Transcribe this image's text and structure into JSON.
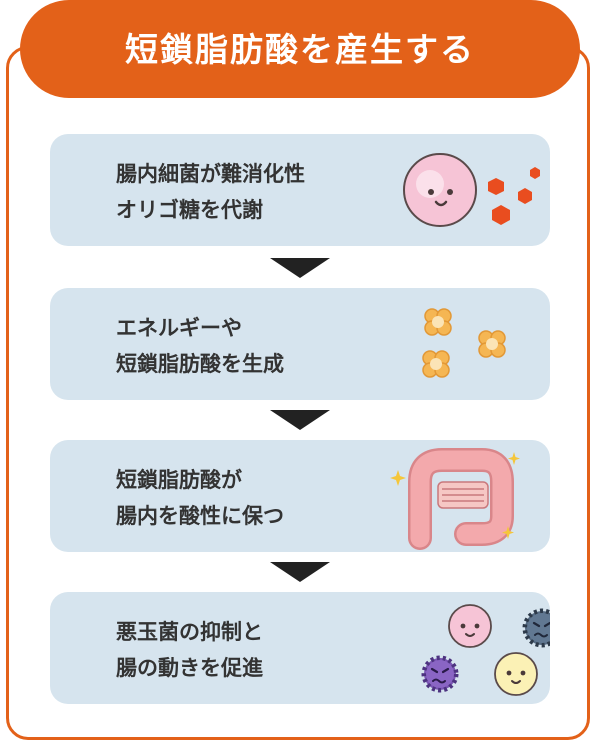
{
  "title": "短鎖脂肪酸を産生する",
  "colors": {
    "accent": "#e36119",
    "step_bg": "#d6e4ee",
    "arrow": "#222222",
    "text": "#333333"
  },
  "steps": [
    {
      "line1": "腸内細菌が難消化性",
      "line2": "オリゴ糖を代謝",
      "illustration": "bacteria-eating-icon"
    },
    {
      "line1": "エネルギーや",
      "line2": "短鎖脂肪酸を生成",
      "illustration": "energy-particles-icon"
    },
    {
      "line1": "短鎖脂肪酸が",
      "line2": "腸内を酸性に保つ",
      "illustration": "intestine-icon"
    },
    {
      "line1": "悪玉菌の抑制と",
      "line2": "腸の動きを促進",
      "illustration": "bacteria-group-icon"
    }
  ]
}
